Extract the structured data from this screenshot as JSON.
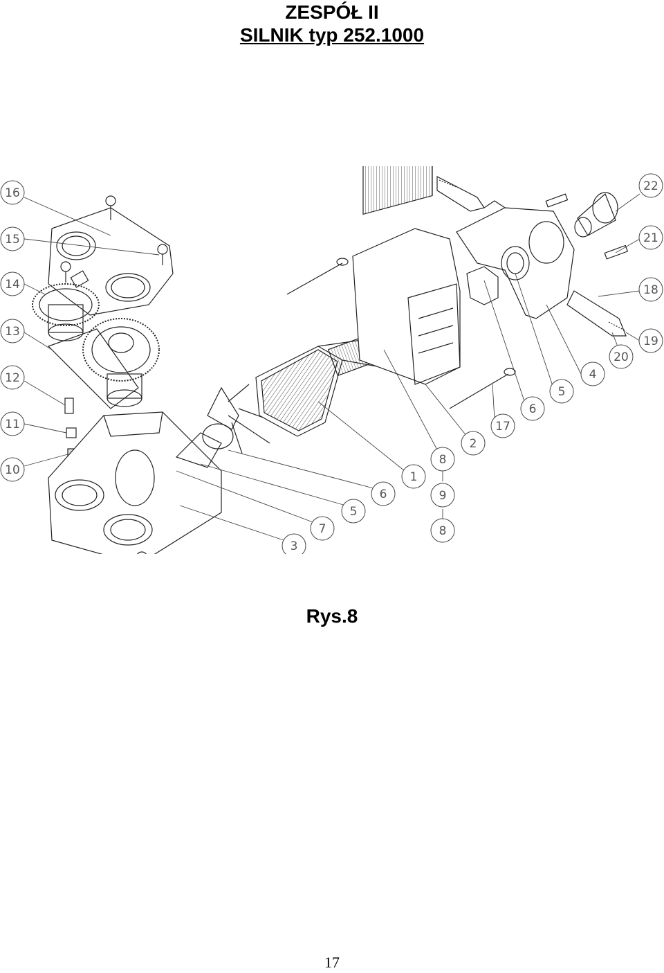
{
  "header": {
    "line1": "ZESPÓŁ II",
    "line2": "SILNIK  typ 252.1000"
  },
  "figure": {
    "caption": "Rys.8",
    "labels": [
      "16",
      "15",
      "14",
      "13",
      "12",
      "11",
      "10",
      "22",
      "21",
      "18",
      "19",
      "20",
      "4",
      "5",
      "6",
      "17",
      "2",
      "8",
      "9",
      "8",
      "1",
      "6",
      "5",
      "7",
      "3"
    ]
  },
  "footer": {
    "page_number": "17"
  }
}
